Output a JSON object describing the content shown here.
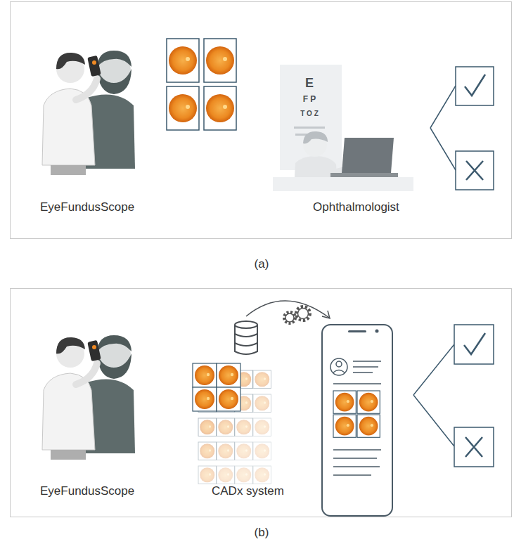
{
  "diagram": {
    "nodes": [
      {
        "text": [
          "EyeFundusScope",
          "Ophthalmologist"
        ]
      },
      {
        "text": [
          "EyeFundusScope",
          "CADx system"
        ]
      }
    ],
    "labels": [
      "E",
      "F P",
      "T O Z",
      "(a)",
      "(b)"
    ]
  }
}
